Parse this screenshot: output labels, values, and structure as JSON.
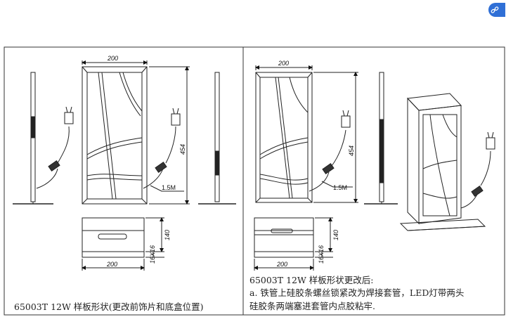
{
  "left_panel": {
    "dim_width_top": "200",
    "dim_height": "454",
    "cable_length": "1.5M",
    "box_height": "140",
    "box_thickness": "16X16",
    "dim_width_bottom": "200",
    "caption": "65003T 12W 样板形状(更改前饰片和底盒位置)"
  },
  "right_panel": {
    "dim_width_top": "200",
    "dim_height": "454",
    "cable_length": "1.5M",
    "box_height": "140",
    "box_thickness": "16X16",
    "dim_width_bottom": "200",
    "caption_line1": "65003T 12W 样板形状更改后:",
    "caption_line2": "a. 铁管上硅胶条螺丝锁紧改为焊接套管，LED灯带两头",
    "caption_line3": "硅胶条两端塞进套管内点胶粘牢."
  },
  "badge": {
    "icon": "link-icon"
  }
}
